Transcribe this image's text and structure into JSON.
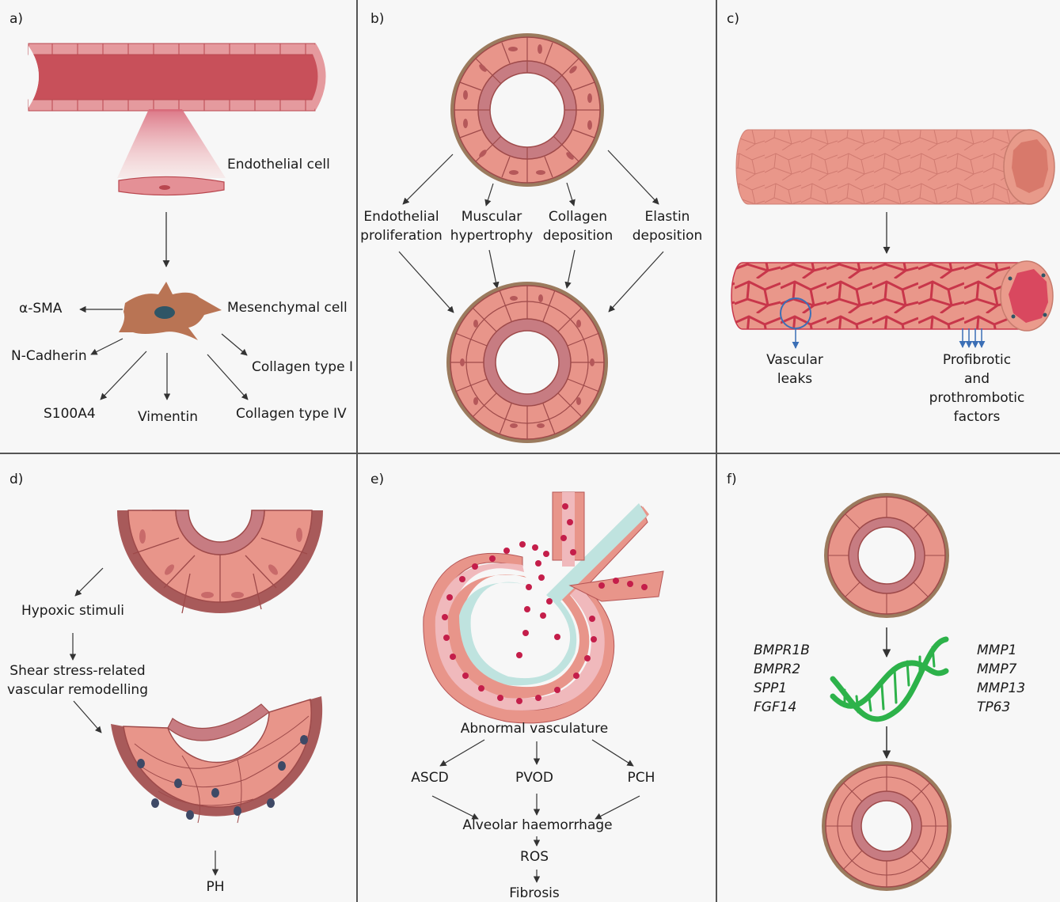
{
  "panels": {
    "a": {
      "letter": "a)",
      "endothelial_cell": "Endothelial cell",
      "mesenchymal_cell": "Mesenchymal cell",
      "markers": [
        "α-SMA",
        "N-Cadherin",
        "S100A4",
        "Vimentin",
        "Collagen type IV",
        "Collagen type I"
      ]
    },
    "b": {
      "letter": "b)",
      "processes": [
        "Endothelial\nproliferation",
        "Muscular\nhypertrophy",
        "Collagen\ndeposition",
        "Elastin\ndeposition"
      ]
    },
    "c": {
      "letter": "c)",
      "vascular_leaks": "Vascular\nleaks",
      "factors": "Profibrotic and\nprothrombotic factors"
    },
    "d": {
      "letter": "d)",
      "hypoxic": "Hypoxic stimuli",
      "shear": "Shear stress-related\nvascular remodelling",
      "ph": "PH"
    },
    "e": {
      "letter": "e)",
      "abnormal": "Abnormal vasculature",
      "ascd": "ASCD",
      "pvod": "PVOD",
      "pch": "PCH",
      "haemorrhage": "Alveolar haemorrhage",
      "ros": "ROS",
      "fibrosis": "Fibrosis"
    },
    "f": {
      "letter": "f)",
      "genes_left": [
        "BMPR1B",
        "BMPR2",
        "SPP1",
        "FGF14"
      ],
      "genes_right": [
        "MMP1",
        "MMP7",
        "MMP13",
        "TP63"
      ]
    }
  },
  "colors": {
    "panel_bg": "#f7f7f7",
    "vessel_red": "#c8505a",
    "cell_pink": "#e8958a",
    "cell_dark": "#c77c82",
    "adventitia": "#9b7b5e",
    "mesenchymal": "#b97454",
    "nucleus_teal": "#2f5566",
    "alveolus_fill": "#bfe3df",
    "rbc": "#c41e4a",
    "dna_green": "#2db24a",
    "arrow_blue": "#3b6fb6"
  }
}
